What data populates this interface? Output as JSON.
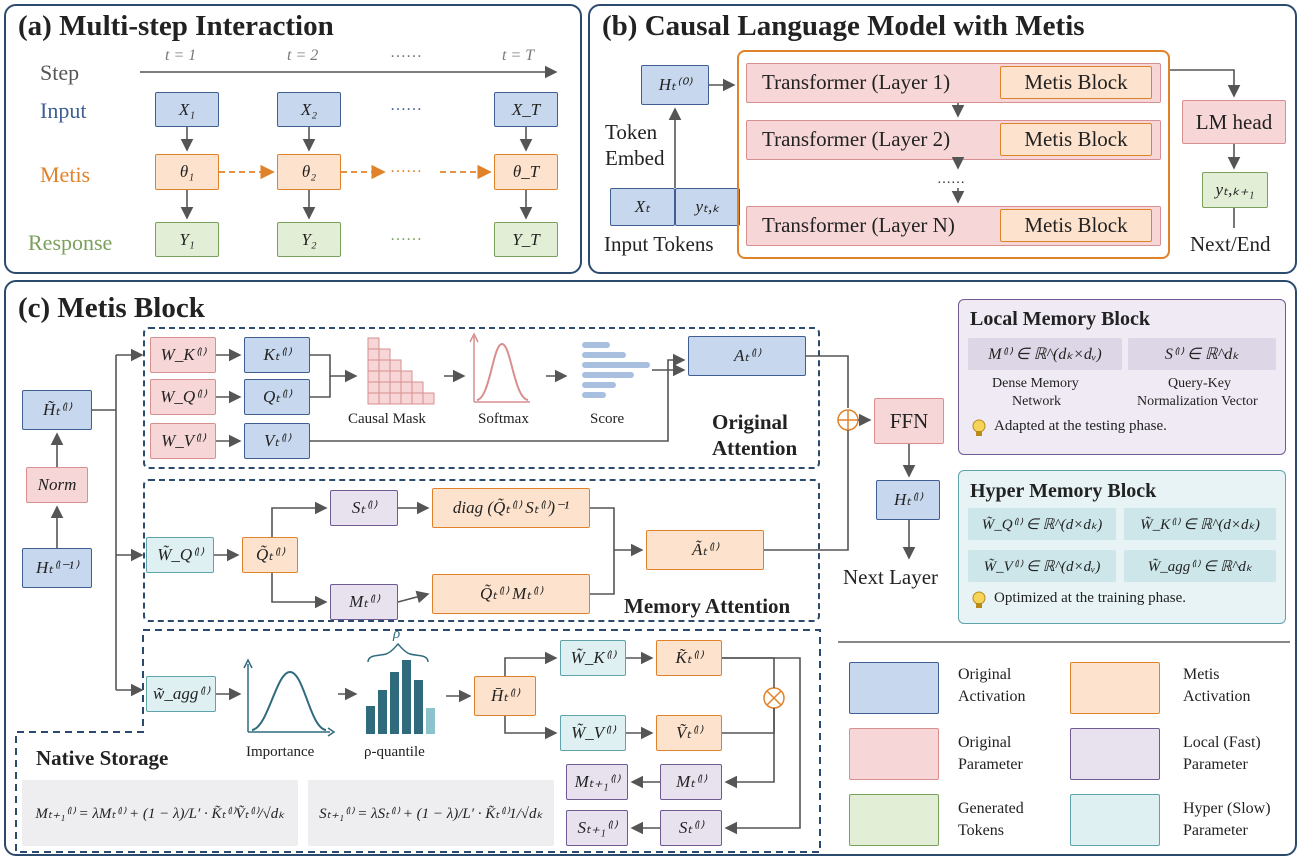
{
  "panel_a": {
    "title": "(a) Multi-step Interaction",
    "rows": {
      "step": "Step",
      "input": "Input",
      "metis": "Metis",
      "response": "Response"
    },
    "steps": [
      "t = 1",
      "t = 2",
      "t = T"
    ],
    "ellipsis": "……",
    "inputs": [
      "X₁",
      "X₂",
      "X_T"
    ],
    "thetas": [
      "θ₁",
      "θ₂",
      "θ_T"
    ],
    "outputs": [
      "Y₁",
      "Y₂",
      "Y_T"
    ]
  },
  "panel_b": {
    "title": "(b) Causal Language Model with Metis",
    "h0": "Hₜ⁽⁰⁾",
    "token_embed_1": "Token",
    "token_embed_2": "Embed",
    "x_t": "Xₜ",
    "y_tk": "yₜ,ₖ",
    "input_tokens": "Input Tokens",
    "layers": [
      "Transformer (Layer 1)",
      "Transformer (Layer 2)",
      "Transformer (Layer N)"
    ],
    "metis_block": "Metis Block",
    "lm_head": "LM head",
    "y_next": "yₜ,ₖ₊₁",
    "next_end": "Next/End"
  },
  "panel_c": {
    "title": "(c) Metis Block",
    "h_tilde": "H̃ₜ⁽ˡ⁾",
    "norm": "Norm",
    "h_prev": "Hₜ⁽ˡ⁻¹⁾",
    "wk": "W_K⁽ˡ⁾",
    "wq": "W_Q⁽ˡ⁾",
    "wv": "W_V⁽ˡ⁾",
    "k": "Kₜ⁽ˡ⁾",
    "q": "Qₜ⁽ˡ⁾",
    "v": "Vₜ⁽ˡ⁾",
    "causal_mask": "Causal Mask",
    "softmax": "Softmax",
    "score": "Score",
    "a": "Aₜ⁽ˡ⁾",
    "original_attention_1": "Original",
    "original_attention_2": "Attention",
    "wq_tilde": "W̃_Q⁽ˡ⁾",
    "q_tilde": "Q̃ₜ⁽ˡ⁾",
    "s": "Sₜ⁽ˡ⁾",
    "m": "Mₜ⁽ˡ⁾",
    "diag": "diag (Q̃ₜ⁽ˡ⁾ Sₜ⁽ˡ⁾)⁻¹",
    "qm": "Q̃ₜ⁽ˡ⁾ Mₜ⁽ˡ⁾",
    "a_tilde": "Ãₜ⁽ˡ⁾",
    "memory_attention": "Memory Attention",
    "ffn": "FFN",
    "h_out": "Hₜ⁽ˡ⁾",
    "next_layer": "Next Layer",
    "w_agg": "w̃_agg⁽ˡ⁾",
    "importance": "Importance",
    "rho": "ρ",
    "rho_quantile": "ρ-quantile",
    "h_bar": "H̄ₜ⁽ˡ⁾",
    "wk_tilde": "W̃_K⁽ˡ⁾",
    "wv_tilde": "W̃_V⁽ˡ⁾",
    "k_tilde": "K̃ₜ⁽ˡ⁾",
    "v_tilde": "Ṽₜ⁽ˡ⁾",
    "m_next": "Mₜ₊₁⁽ˡ⁾",
    "s_next": "Sₜ₊₁⁽ˡ⁾",
    "m_cur": "Mₜ⁽ˡ⁾",
    "s_cur": "Sₜ⁽ˡ⁾",
    "native_storage": "Native Storage",
    "eq_m": "Mₜ₊₁⁽ˡ⁾ = λMₜ⁽ˡ⁾ + (1 − λ)/L′ · K̃ₜ⁽ˡ⁾Ṽₜ⁽ˡ⁾/√dₖ",
    "eq_s": "Sₜ₊₁⁽ˡ⁾ = λSₜ⁽ˡ⁾ + (1 − λ)/L′ · K̃ₜ⁽ˡ⁾1/√dₖ"
  },
  "local_memory": {
    "title": "Local Memory Block",
    "m_formula": "M⁽ˡ⁾ ∈ ℝ^(dₖ×dᵥ)",
    "s_formula": "S⁽ˡ⁾ ∈ ℝ^dₖ",
    "m_desc_1": "Dense Memory",
    "m_desc_2": "Network",
    "s_desc_1": "Query-Key",
    "s_desc_2": "Normalization Vector",
    "note": "Adapted at the testing phase."
  },
  "hyper_memory": {
    "title": "Hyper Memory Block",
    "wq": "W̃_Q⁽ˡ⁾ ∈ ℝ^(d×dₖ)",
    "wk": "W̃_K⁽ˡ⁾ ∈ ℝ^(d×dₖ)",
    "wv": "W̃_V⁽ˡ⁾ ∈ ℝ^(d×dᵥ)",
    "wagg": "W̃_agg⁽ˡ⁾ ∈ ℝ^dₖ",
    "note": "Optimized at the training phase."
  },
  "legend": [
    {
      "l1": "Original",
      "l2": "Activation",
      "style": "blue"
    },
    {
      "l1": "Metis",
      "l2": "Activation",
      "style": "orange"
    },
    {
      "l1": "Original",
      "l2": "Parameter",
      "style": "pink"
    },
    {
      "l1": "Local (Fast)",
      "l2": "Parameter",
      "style": "purple"
    },
    {
      "l1": "Generated",
      "l2": "Tokens",
      "style": "green"
    },
    {
      "l1": "Hyper (Slow)",
      "l2": "Parameter",
      "style": "teal"
    }
  ],
  "colors": {
    "blue": "#c7d7ee",
    "orange": "#fde3cd",
    "green": "#e3eed6",
    "pink": "#f6d6d6",
    "purple": "#e8e2ef",
    "teal": "#def0f2",
    "frame": "#2c4a6e",
    "chart_teal": "#2f6b7d"
  }
}
